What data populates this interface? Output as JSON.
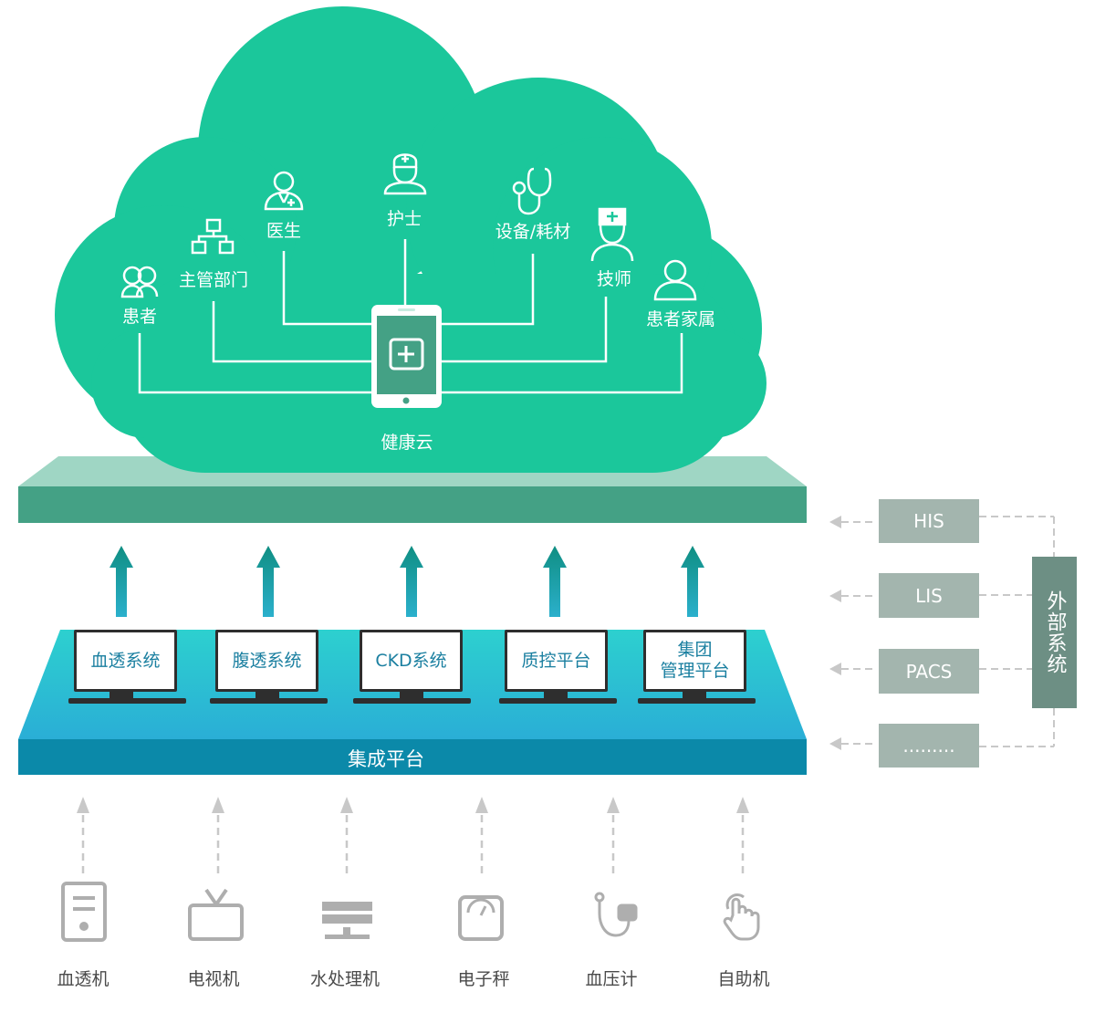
{
  "cloud": {
    "title": "健康云",
    "roles": [
      {
        "id": "patient",
        "label": "患者",
        "icon": "patients-icon"
      },
      {
        "id": "management",
        "label": "主管部门",
        "icon": "org-chart-icon"
      },
      {
        "id": "doctor",
        "label": "医生",
        "icon": "doctor-icon"
      },
      {
        "id": "nurse",
        "label": "护士",
        "icon": "nurse-icon"
      },
      {
        "id": "equipment",
        "label": "设备/耗材",
        "icon": "stethoscope-icon"
      },
      {
        "id": "technician",
        "label": "技师",
        "icon": "technician-icon"
      },
      {
        "id": "family",
        "label": "患者家属",
        "icon": "family-user-icon"
      }
    ]
  },
  "integration": {
    "label": "集成平台",
    "systems": [
      "血透系统",
      "腹透系统",
      "CKD系统",
      "质控平台",
      "集团\n管理平台"
    ]
  },
  "external": {
    "title": "外部系统",
    "systems": [
      "HIS",
      "LIS",
      "PACS",
      "........."
    ]
  },
  "devices": [
    {
      "label": "血透机",
      "icon": "dialysis-machine-icon"
    },
    {
      "label": "电视机",
      "icon": "tv-icon"
    },
    {
      "label": "水处理机",
      "icon": "water-treatment-icon"
    },
    {
      "label": "电子秤",
      "icon": "scale-icon"
    },
    {
      "label": "血压计",
      "icon": "blood-pressure-icon"
    },
    {
      "label": "自助机",
      "icon": "self-service-icon"
    }
  ],
  "colors": {
    "cloud": "#1bc79b",
    "platform_top": "#9fd6c4",
    "platform_front": "#44a185",
    "arrow_top": "#0f8e82",
    "arrow_bottom": "#2bb0cc",
    "integration_top": "#27c2d3",
    "integration_front": "#0b89a9",
    "external_title_bg": "#6d8f84",
    "external_box": "#a3b5ae",
    "dashed_gray": "#c8c8c8",
    "device_icon": "#aeaeae"
  }
}
